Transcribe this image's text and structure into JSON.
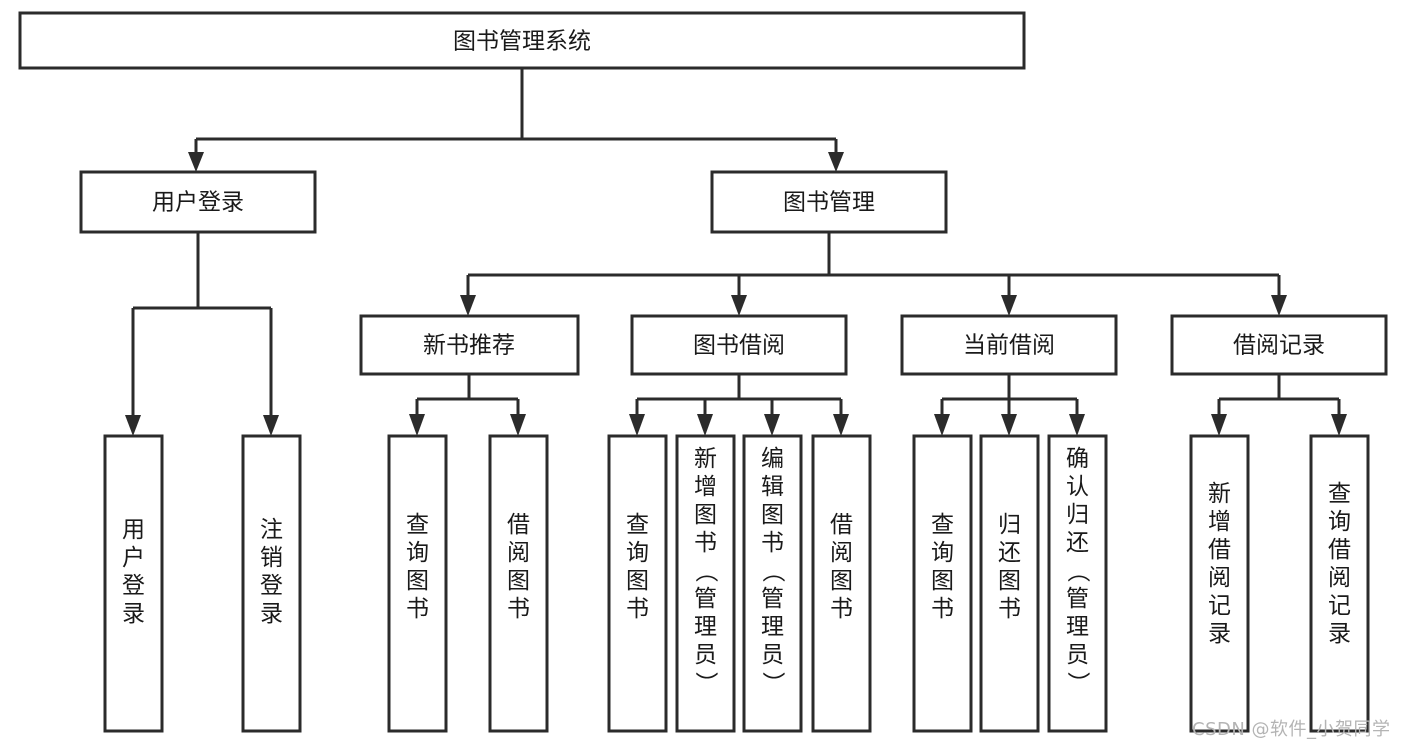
{
  "diagram": {
    "title": "图书管理系统",
    "type": "tree-hierarchy",
    "orientation": "top-down",
    "colors": {
      "stroke": "#2b2b2b",
      "box_fill": "#ffffff",
      "background": "#ffffff",
      "watermark": "#b4b4b4"
    },
    "root": {
      "label": "图书管理系统"
    },
    "level2": [
      {
        "label": "用户登录"
      },
      {
        "label": "图书管理"
      }
    ],
    "level3": [
      {
        "label": "新书推荐"
      },
      {
        "label": "图书借阅"
      },
      {
        "label": "当前借阅"
      },
      {
        "label": "借阅记录"
      }
    ],
    "leaves": {
      "user_login": [
        {
          "label": "用户登录"
        },
        {
          "label": "注销登录"
        }
      ],
      "new_book_recommend": [
        {
          "label": "查询图书"
        },
        {
          "label": "借阅图书"
        }
      ],
      "book_borrow": [
        {
          "label": "查询图书"
        },
        {
          "label": "新增图书（管理员）"
        },
        {
          "label": "编辑图书（管理员）"
        },
        {
          "label": "借阅图书"
        }
      ],
      "current_borrow": [
        {
          "label": "查询图书"
        },
        {
          "label": "归还图书"
        },
        {
          "label": "确认归还（管理员）"
        }
      ],
      "borrow_record": [
        {
          "label": "新增借阅记录"
        },
        {
          "label": "查询借阅记录"
        }
      ]
    }
  },
  "watermark": {
    "text": "CSDN @软件_小贺同学"
  }
}
